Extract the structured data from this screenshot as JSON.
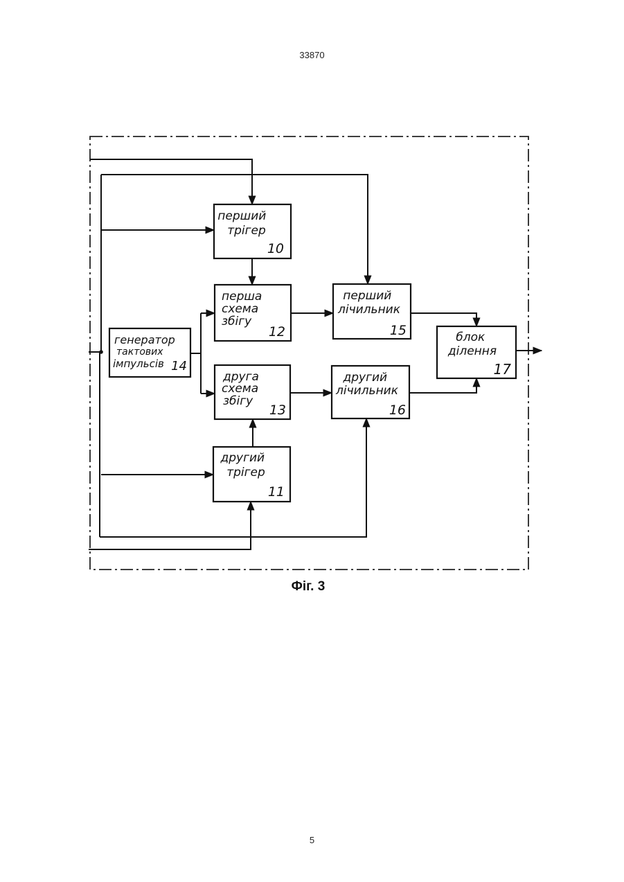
{
  "header": {
    "doc_number": "33870"
  },
  "caption": "Фіг. 3",
  "footer": {
    "page_number": "5"
  },
  "blocks": {
    "trigger1": {
      "lines": [
        "перший",
        "трігер"
      ],
      "number": "10"
    },
    "match1": {
      "lines": [
        "перша",
        "схема",
        "збігу"
      ],
      "number": "12"
    },
    "generator": {
      "lines": [
        "генератор",
        "тактових",
        "імпульсів"
      ],
      "number": "14"
    },
    "match2": {
      "lines": [
        "друга",
        "схема",
        "збігу"
      ],
      "number": "13"
    },
    "trigger2": {
      "lines": [
        "другий",
        "трігер"
      ],
      "number": "11"
    },
    "counter1": {
      "lines": [
        "перший",
        "лічильник"
      ],
      "number": "15"
    },
    "counter2": {
      "lines": [
        "другий",
        "лічильник"
      ],
      "number": "16"
    },
    "divider": {
      "lines": [
        "блок",
        "ділення"
      ],
      "number": "17"
    }
  }
}
